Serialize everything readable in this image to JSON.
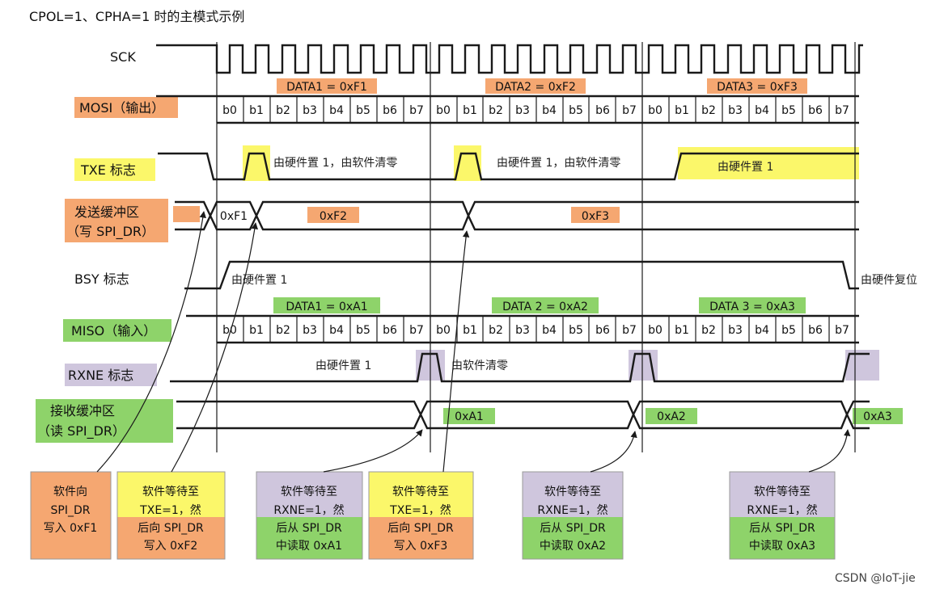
{
  "title": "CPOL=1、CPHA=1 时的主模式示例",
  "watermark": "CSDN @IoT-jie",
  "colors": {
    "orange": "#f5a771",
    "yellow": "#fbf76a",
    "green": "#8ed36a",
    "purple": "#cfc6dd",
    "line": "#1a1a1a"
  },
  "signals": {
    "sck": "SCK",
    "mosi": "MOSI（输出）",
    "txe": "TXE 标志",
    "txbuf_l1": "发送缓冲区",
    "txbuf_l2": "（写 SPI_DR）",
    "bsy": "BSY 标志",
    "miso": "MISO（输入）",
    "rxne": "RXNE 标志",
    "rxbuf_l1": "接收缓冲区",
    "rxbuf_l2": "（读 SPI_DR）"
  },
  "bits": [
    "b0",
    "b1",
    "b2",
    "b3",
    "b4",
    "b5",
    "b6",
    "b7"
  ],
  "mosi_bytes": [
    "DATA1 = 0xF1",
    "DATA2 = 0xF2",
    "DATA3 = 0xF3"
  ],
  "miso_bytes": [
    "DATA1 = 0xA1",
    "DATA 2 = 0xA2",
    "DATA 3 = 0xA3"
  ],
  "tx_buffer": [
    "0xF1",
    "0xF2",
    "0xF3"
  ],
  "rx_buffer": [
    "0xA1",
    "0xA2",
    "0xA3"
  ],
  "notes": {
    "txe_1": "由硬件置 1，由软件清零",
    "txe_2": "由硬件置 1，由软件清零",
    "txe_3": "由硬件置 1",
    "bsy_set": "由硬件置 1",
    "bsy_reset": "由硬件复位",
    "rxne_set": "由硬件置 1",
    "rxne_clear": "由软件清零"
  },
  "boxes": [
    {
      "l1": "软件向",
      "l2": "SPI_DR",
      "l3": "写入 0xF1",
      "l4": ""
    },
    {
      "l1": "软件等待至",
      "l2": "TXE=1，然",
      "l3": "后向 SPI_DR",
      "l4": "写入 0xF2"
    },
    {
      "l1": "软件等待至",
      "l2": "RXNE=1，然",
      "l3": "后从 SPI_DR",
      "l4": "中读取 0xA1"
    },
    {
      "l1": "软件等待至",
      "l2": "TXE=1，然",
      "l3": "后向 SPI_DR",
      "l4": "写入 0xF3"
    },
    {
      "l1": "软件等待至",
      "l2": "RXNE=1，然",
      "l3": "后从 SPI_DR",
      "l4": "中读取 0xA2"
    },
    {
      "l1": "软件等待至",
      "l2": "RXNE=1，然",
      "l3": "后从 SPI_DR",
      "l4": "中读取 0xA3"
    }
  ]
}
